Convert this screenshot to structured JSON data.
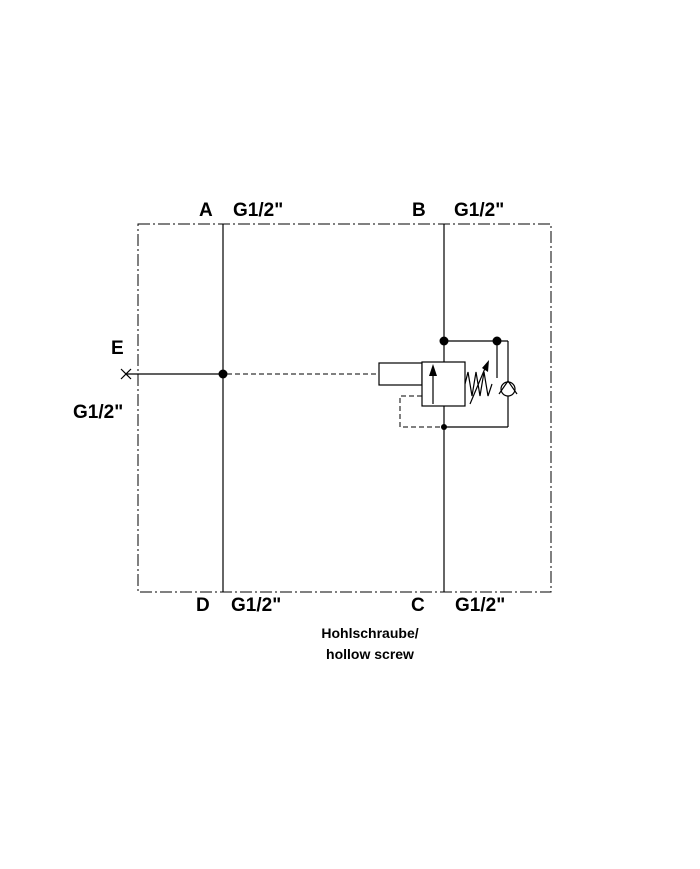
{
  "ports": {
    "a": {
      "name": "A",
      "thread": "G1/2\""
    },
    "b": {
      "name": "B",
      "thread": "G1/2\""
    },
    "c": {
      "name": "C",
      "thread": "G1/2\""
    },
    "d": {
      "name": "D",
      "thread": "G1/2\""
    },
    "e": {
      "name": "E",
      "thread": "G1/2\""
    }
  },
  "note": {
    "line1": "Hohlschraube/",
    "line2": "hollow screw"
  },
  "colors": {
    "line": "#000000",
    "background": "#ffffff"
  }
}
